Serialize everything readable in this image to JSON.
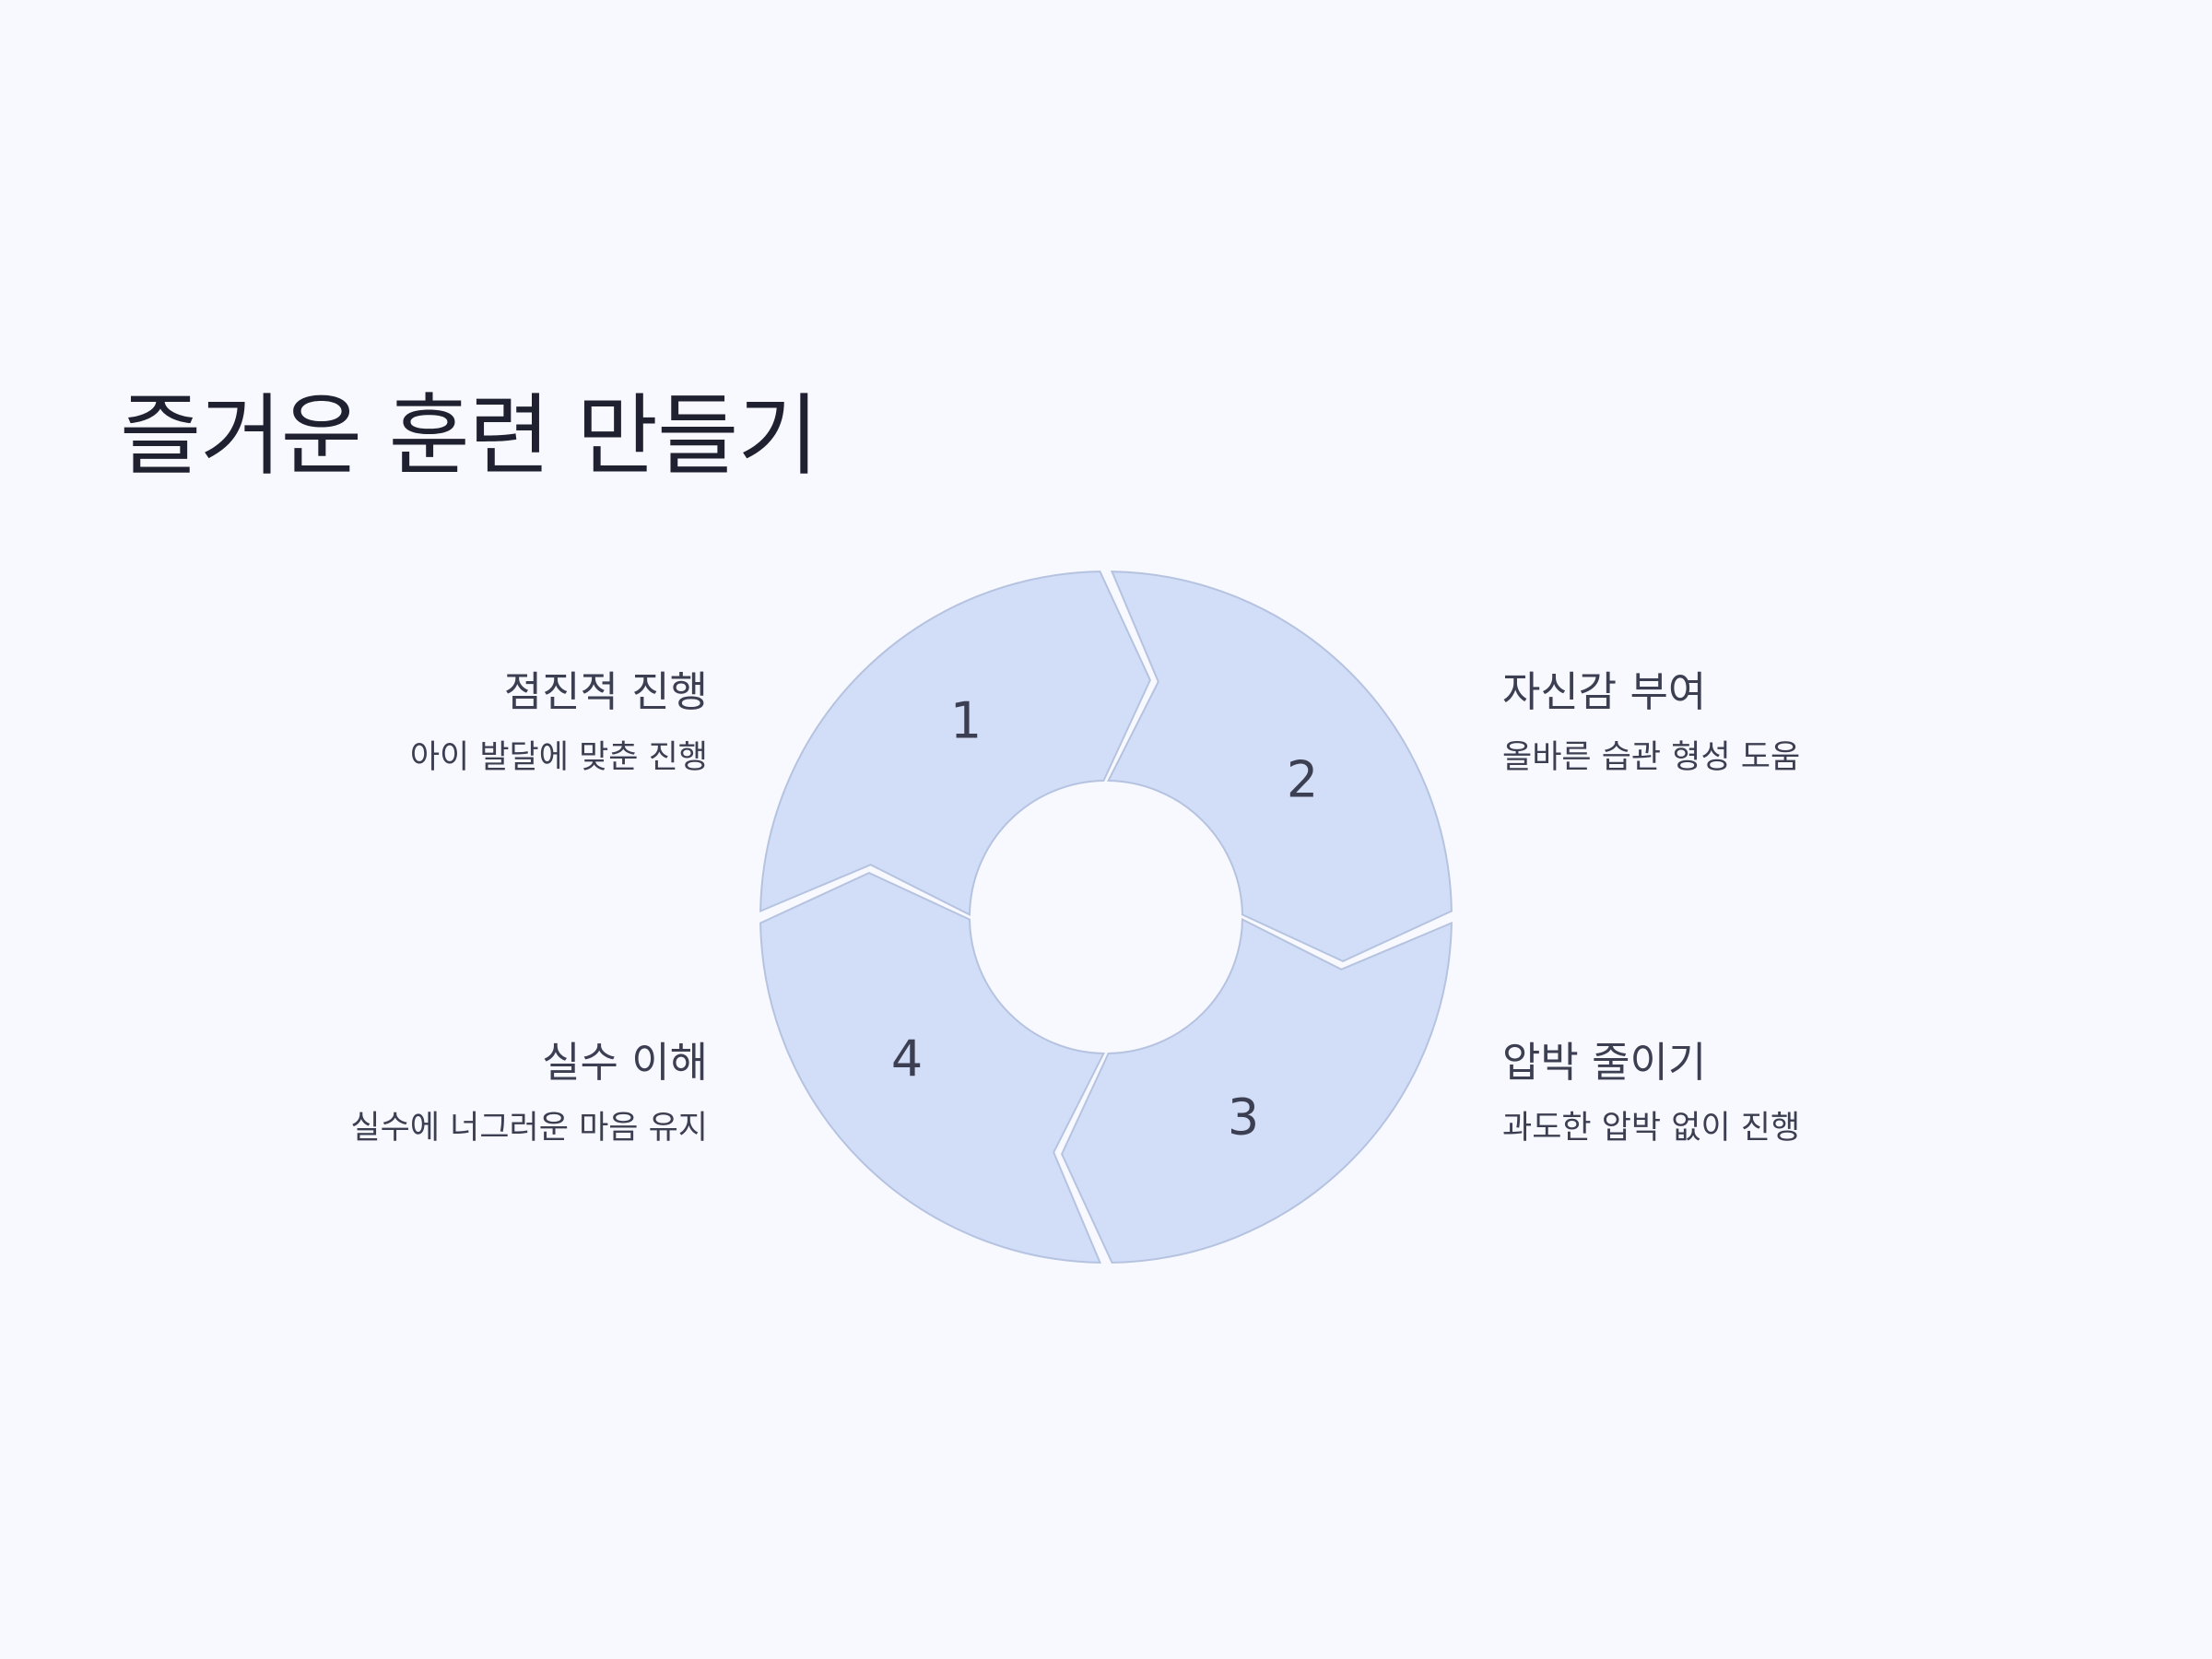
{
  "title": "즐거운 훈련 만들기",
  "colors": {
    "background": "#f8f9ff",
    "segment_fill": "#d2def7",
    "segment_stroke": "#b5c3e0",
    "title_text": "#1f2130",
    "body_text": "#3c3e52"
  },
  "steps": [
    {
      "number": "1",
      "heading": "점진적 진행",
      "description": "아이 발달에 맞춘 진행"
    },
    {
      "number": "2",
      "heading": "자신감 부여",
      "description": "올바른 습관 형성 도움"
    },
    {
      "number": "3",
      "heading": "압박 줄이기",
      "description": "과도한 압박 없이 진행"
    },
    {
      "number": "4",
      "heading": "실수 이해",
      "description": "실수에 너그러운 마음 유지"
    }
  ]
}
